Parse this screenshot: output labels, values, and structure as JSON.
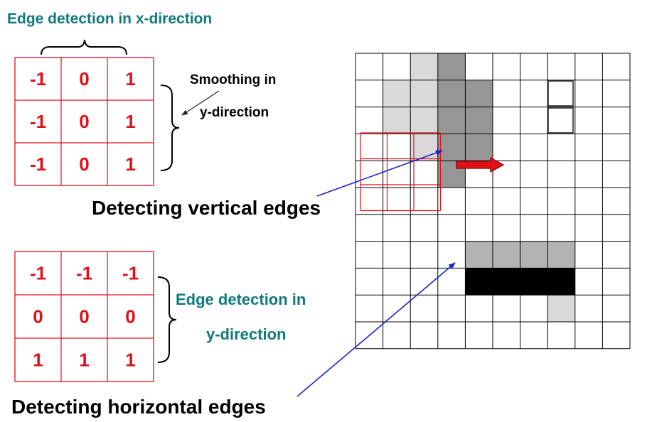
{
  "colors": {
    "teal": "#0f7a78",
    "red": "#e0101a",
    "blue": "#1a22c8",
    "light_gray": "#d9d9d9",
    "mid_gray": "#b3b3b3",
    "dark_gray": "#969696",
    "black": "#000000"
  },
  "kernel_x": {
    "title": "Edge detection in x-direction",
    "cells": [
      [
        "-1",
        "0",
        "1"
      ],
      [
        "-1",
        "0",
        "1"
      ],
      [
        "-1",
        "0",
        "1"
      ]
    ],
    "side_label_line1": "Smoothing in",
    "side_label_line2": "y-direction"
  },
  "kernel_y": {
    "side_label_line1": "Edge detection in",
    "side_label_line2": "y-direction",
    "cells": [
      [
        "-1",
        "-1",
        "-1"
      ],
      [
        "0",
        "0",
        "0"
      ],
      [
        "1",
        "1",
        "1"
      ]
    ]
  },
  "captions": {
    "vertical": "Detecting vertical edges",
    "horizontal": "Detecting horizontal edges"
  },
  "image_grid": {
    "rows": 11,
    "cols": 10,
    "filled_cells": [
      {
        "row": 0,
        "col": 2,
        "shade": "light"
      },
      {
        "row": 0,
        "col": 3,
        "shade": "dark"
      },
      {
        "row": 1,
        "col": 1,
        "shade": "light"
      },
      {
        "row": 1,
        "col": 2,
        "shade": "light"
      },
      {
        "row": 1,
        "col": 3,
        "shade": "dark"
      },
      {
        "row": 1,
        "col": 4,
        "shade": "dark"
      },
      {
        "row": 2,
        "col": 1,
        "shade": "light"
      },
      {
        "row": 2,
        "col": 2,
        "shade": "light"
      },
      {
        "row": 2,
        "col": 3,
        "shade": "dark"
      },
      {
        "row": 2,
        "col": 4,
        "shade": "dark"
      },
      {
        "row": 3,
        "col": 2,
        "shade": "light"
      },
      {
        "row": 3,
        "col": 3,
        "shade": "dark"
      },
      {
        "row": 3,
        "col": 4,
        "shade": "dark"
      },
      {
        "row": 4,
        "col": 3,
        "shade": "dark"
      },
      {
        "row": 7,
        "col": 4,
        "shade": "mid"
      },
      {
        "row": 7,
        "col": 5,
        "shade": "mid"
      },
      {
        "row": 7,
        "col": 6,
        "shade": "mid"
      },
      {
        "row": 7,
        "col": 7,
        "shade": "mid"
      },
      {
        "row": 8,
        "col": 4,
        "shade": "black"
      },
      {
        "row": 8,
        "col": 5,
        "shade": "black"
      },
      {
        "row": 8,
        "col": 6,
        "shade": "black"
      },
      {
        "row": 8,
        "col": 7,
        "shade": "black"
      },
      {
        "row": 9,
        "col": 7,
        "shade": "light"
      }
    ]
  }
}
